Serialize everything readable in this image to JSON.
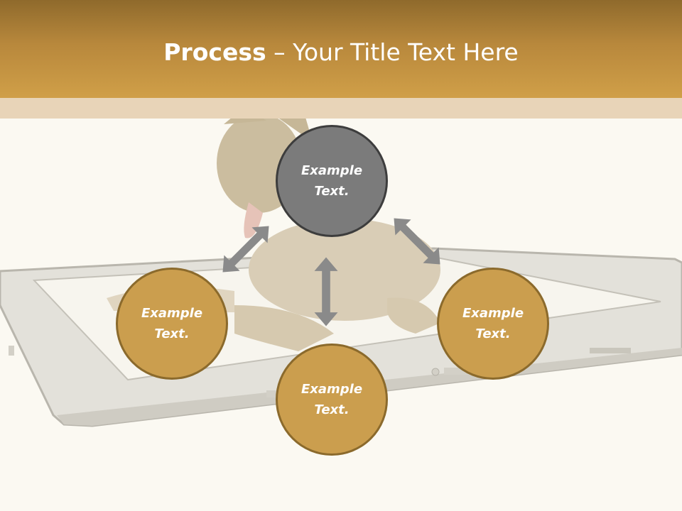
{
  "header": {
    "title_bold": "Process",
    "title_rest": " – Your Title Text Here"
  },
  "diagram": {
    "nodes": {
      "top": "Example\nText.",
      "left": "Example\nText.",
      "right": "Example\nText.",
      "bottom": "Example\nText."
    }
  },
  "colors": {
    "header_top": "#8f6a2c",
    "header_bottom": "#d09f48",
    "band": "#e8d4b8",
    "node_gold": "#cb9e4e",
    "node_gold_border": "#8b6a2c",
    "node_gray": "#7b7b7b",
    "node_gray_border": "#3d3d3d",
    "arrow": "#8a8a8a"
  },
  "icons": [
    "double-arrow-icon"
  ]
}
